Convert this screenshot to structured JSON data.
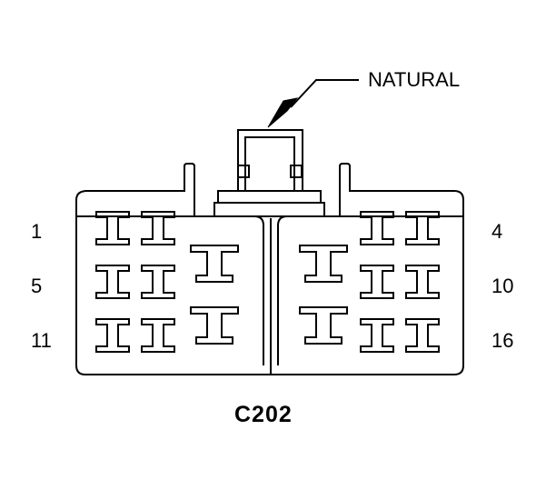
{
  "connector": {
    "name": "C202",
    "color_label": "NATURAL"
  },
  "pin_numbers": {
    "left_row1": "1",
    "left_row2": "5",
    "left_row3": "11",
    "right_row1": "4",
    "right_row2": "10",
    "right_row3": "16"
  },
  "colors": {
    "line": "#000000",
    "background": "#ffffff"
  }
}
